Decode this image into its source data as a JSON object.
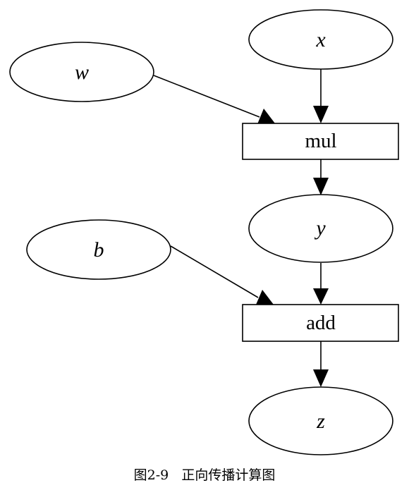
{
  "nodes": {
    "x": {
      "label": "x"
    },
    "w": {
      "label": "w"
    },
    "mul": {
      "label": "mul"
    },
    "y": {
      "label": "y"
    },
    "b": {
      "label": "b"
    },
    "add": {
      "label": "add"
    },
    "z": {
      "label": "z"
    }
  },
  "caption": "图2-9   正向传播计算图"
}
